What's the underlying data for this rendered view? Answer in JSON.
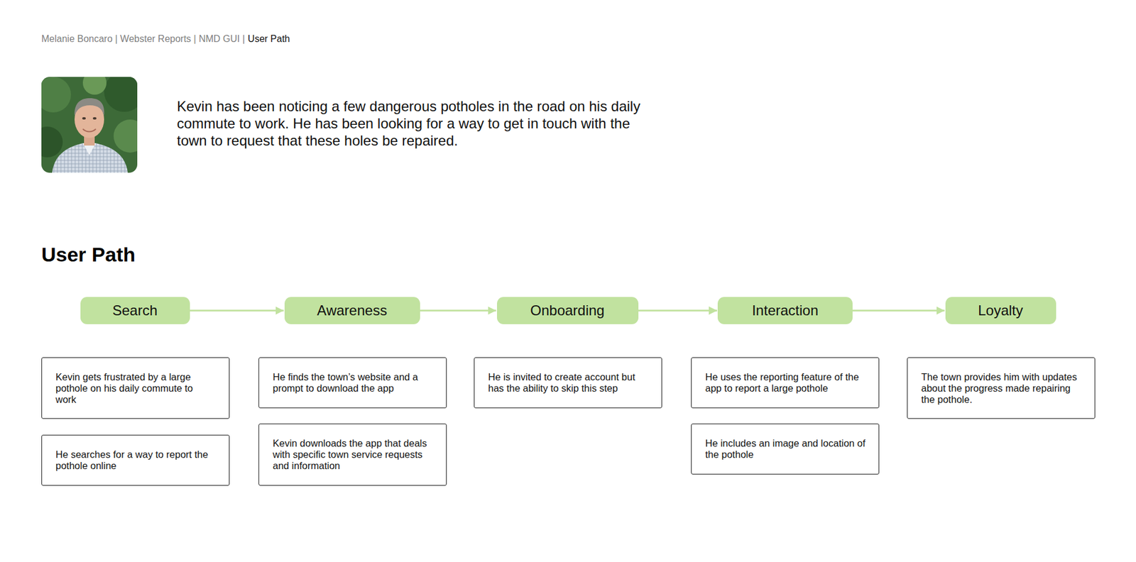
{
  "diagram": {
    "title": "User Path",
    "nodes": [
      {
        "text": [
          "Search"
        ]
      },
      {
        "text": [
          "Awareness"
        ]
      },
      {
        "text": [
          "Onboarding"
        ]
      },
      {
        "text": [
          "Interaction"
        ]
      },
      {
        "text": [
          "Loyalty"
        ]
      },
      {
        "text": [
          "Kevin gets frustrated by a large pothole on his daily commute to work"
        ]
      },
      {
        "text": [
          "He searches for a way to report the pothole online"
        ]
      },
      {
        "text": [
          "He finds the town’s website and a prompt to download the app"
        ]
      },
      {
        "text": [
          "Kevin downloads the app that deals with specific town service requests and information"
        ]
      },
      {
        "text": [
          "He is invited to create account but has the ability to skip this step"
        ]
      },
      {
        "text": [
          "He uses the reporting feature of the app to report a large pothole"
        ]
      },
      {
        "text": [
          "He includes an image and location of the pothole"
        ]
      },
      {
        "text": [
          "The town provides him with updates about the progress made repairing the pothole."
        ]
      }
    ],
    "edges": [
      {
        "from": 0,
        "to": 1,
        "arrow": "to"
      },
      {
        "from": 1,
        "to": 2,
        "arrow": "to"
      },
      {
        "from": 2,
        "to": 3,
        "arrow": "to"
      },
      {
        "from": 3,
        "to": 4,
        "arrow": "to"
      }
    ],
    "labels": [
      "Melanie Boncaro | Webster Reports | NMD GUI |",
      "User Path",
      "Kevin has been noticing a few dangerous potholes in the road on his daily commute to work. He has been looking for a way to get in touch with the town to request that these holes be repaired."
    ]
  }
}
